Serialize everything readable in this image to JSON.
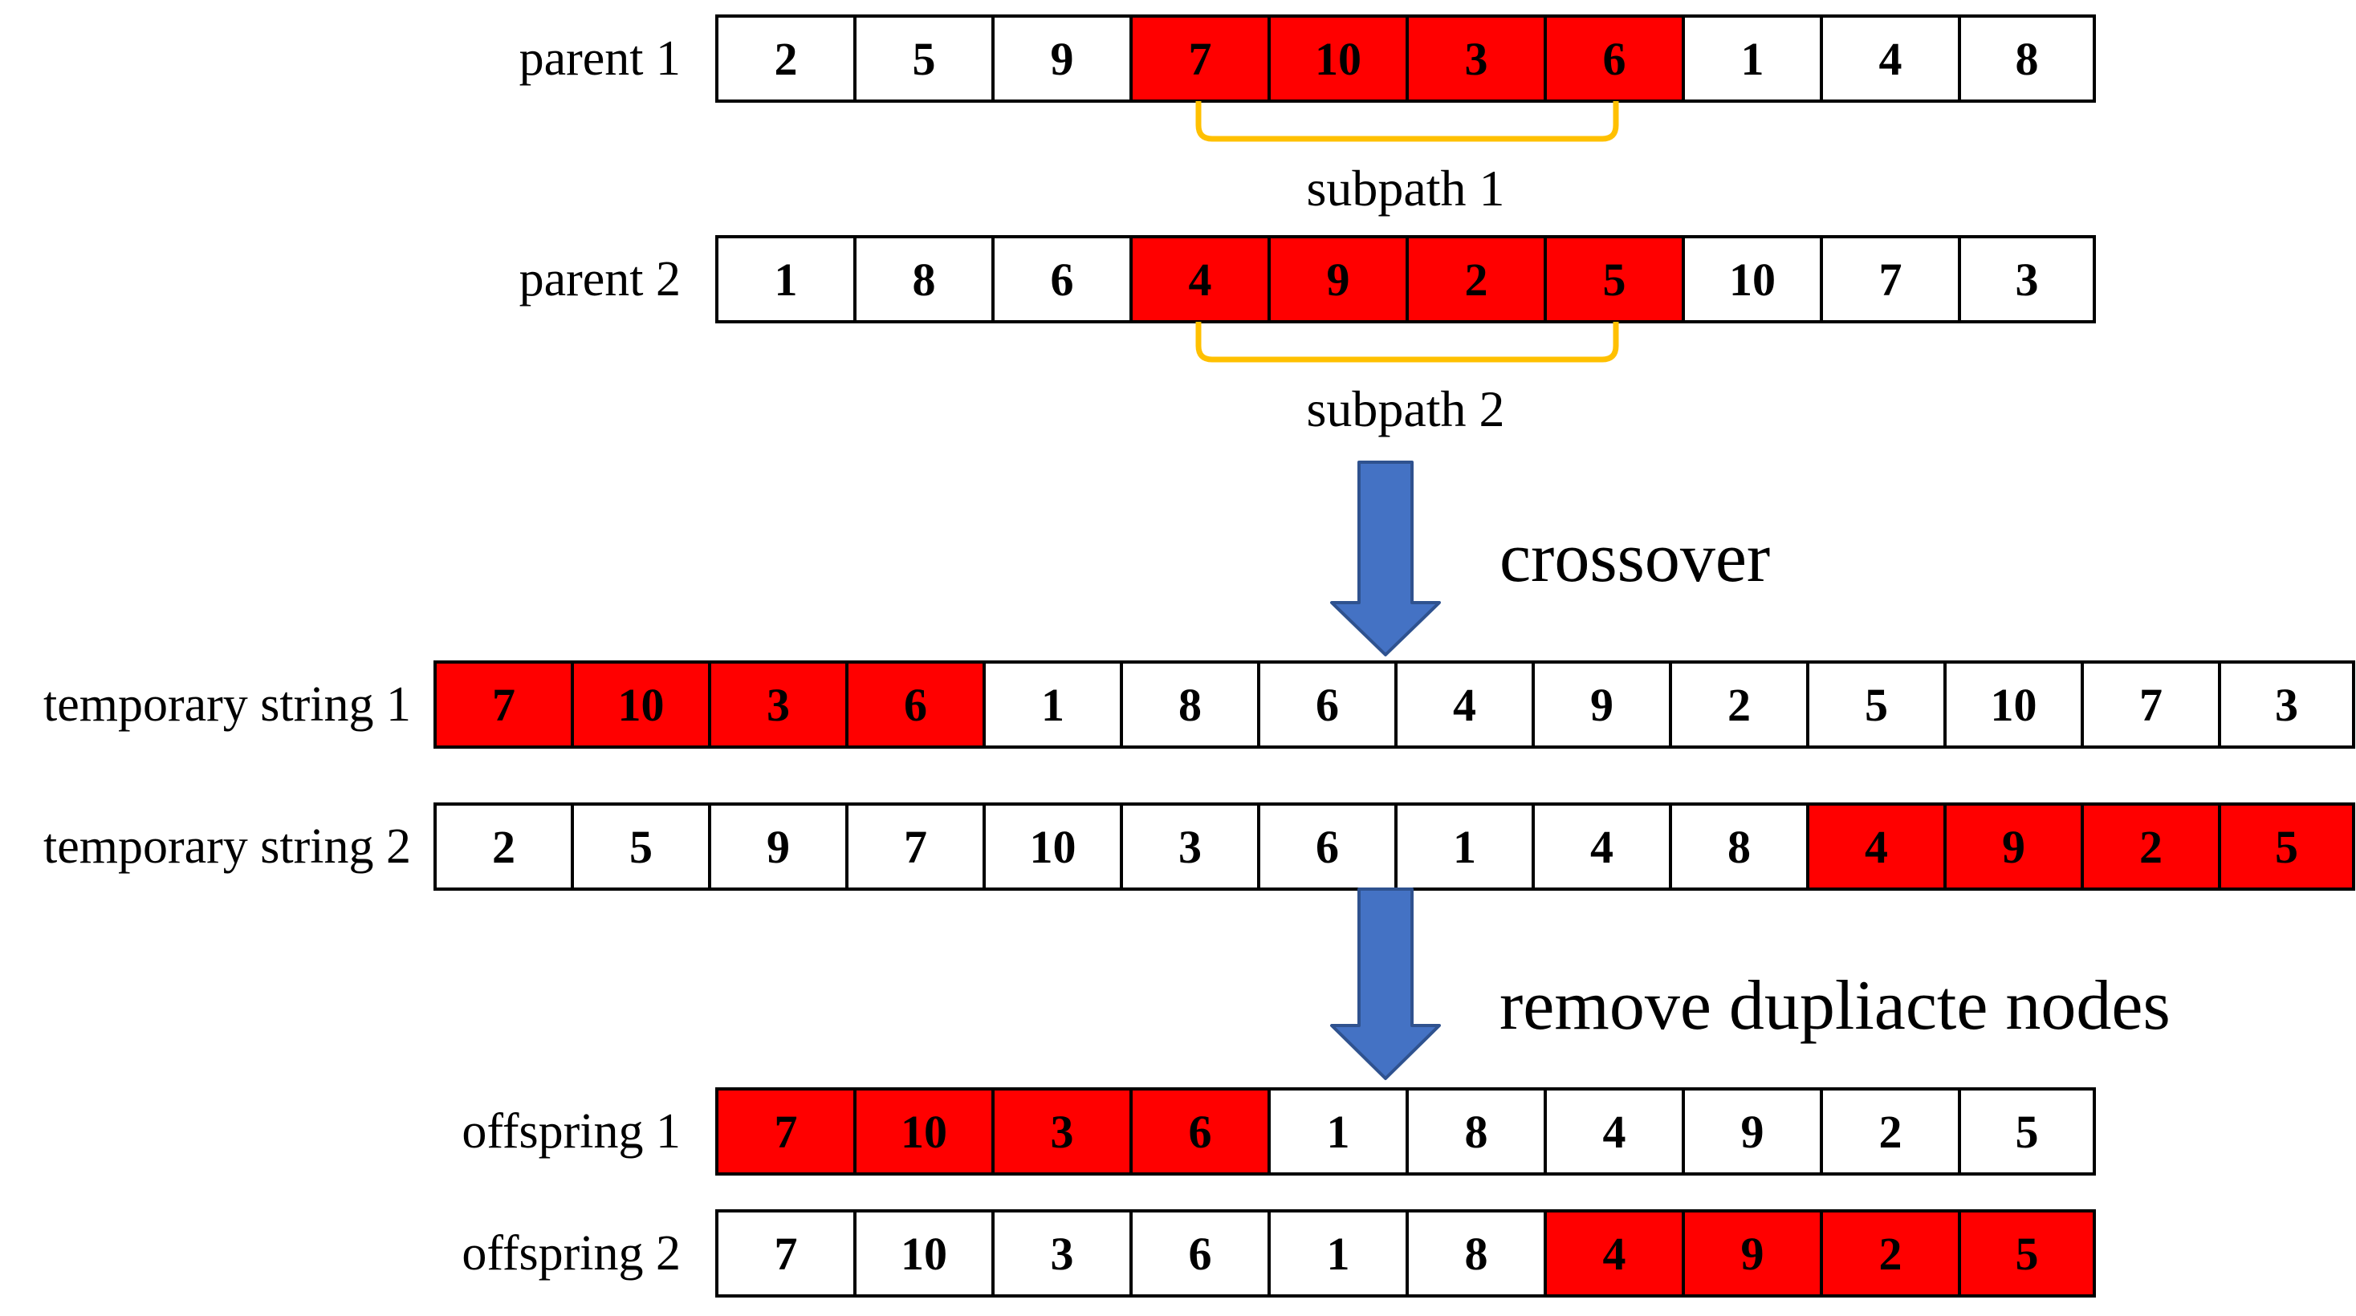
{
  "colors": {
    "highlight": "#ff0000",
    "cell_background": "#ffffff",
    "cell_border": "#000000",
    "bracket": "#ffc000",
    "arrow_fill": "#4472c4",
    "arrow_stroke": "#2f528f",
    "text": "#000000"
  },
  "labels": {
    "subpath1": "subpath 1",
    "subpath2": "subpath 2",
    "crossover": "crossover",
    "remove_duplicates": "remove dupliacte nodes"
  },
  "rows": {
    "parent1": {
      "label": "parent 1",
      "cells": [
        {
          "v": "2",
          "hl": false
        },
        {
          "v": "5",
          "hl": false
        },
        {
          "v": "9",
          "hl": false
        },
        {
          "v": "7",
          "hl": true
        },
        {
          "v": "10",
          "hl": true
        },
        {
          "v": "3",
          "hl": true
        },
        {
          "v": "6",
          "hl": true
        },
        {
          "v": "1",
          "hl": false
        },
        {
          "v": "4",
          "hl": false
        },
        {
          "v": "8",
          "hl": false
        }
      ]
    },
    "parent2": {
      "label": "parent 2",
      "cells": [
        {
          "v": "1",
          "hl": false
        },
        {
          "v": "8",
          "hl": false
        },
        {
          "v": "6",
          "hl": false
        },
        {
          "v": "4",
          "hl": true
        },
        {
          "v": "9",
          "hl": true
        },
        {
          "v": "2",
          "hl": true
        },
        {
          "v": "5",
          "hl": true
        },
        {
          "v": "10",
          "hl": false
        },
        {
          "v": "7",
          "hl": false
        },
        {
          "v": "3",
          "hl": false
        }
      ]
    },
    "temp1": {
      "label": "temporary string 1",
      "cells": [
        {
          "v": "7",
          "hl": true
        },
        {
          "v": "10",
          "hl": true
        },
        {
          "v": "3",
          "hl": true
        },
        {
          "v": "6",
          "hl": true
        },
        {
          "v": "1",
          "hl": false
        },
        {
          "v": "8",
          "hl": false
        },
        {
          "v": "6",
          "hl": false
        },
        {
          "v": "4",
          "hl": false
        },
        {
          "v": "9",
          "hl": false
        },
        {
          "v": "2",
          "hl": false
        },
        {
          "v": "5",
          "hl": false
        },
        {
          "v": "10",
          "hl": false
        },
        {
          "v": "7",
          "hl": false
        },
        {
          "v": "3",
          "hl": false
        }
      ]
    },
    "temp2": {
      "label": "temporary string 2",
      "cells": [
        {
          "v": "2",
          "hl": false
        },
        {
          "v": "5",
          "hl": false
        },
        {
          "v": "9",
          "hl": false
        },
        {
          "v": "7",
          "hl": false
        },
        {
          "v": "10",
          "hl": false
        },
        {
          "v": "3",
          "hl": false
        },
        {
          "v": "6",
          "hl": false
        },
        {
          "v": "1",
          "hl": false
        },
        {
          "v": "4",
          "hl": false
        },
        {
          "v": "8",
          "hl": false
        },
        {
          "v": "4",
          "hl": true
        },
        {
          "v": "9",
          "hl": true
        },
        {
          "v": "2",
          "hl": true
        },
        {
          "v": "5",
          "hl": true
        }
      ]
    },
    "offspring1": {
      "label": "offspring 1",
      "cells": [
        {
          "v": "7",
          "hl": true
        },
        {
          "v": "10",
          "hl": true
        },
        {
          "v": "3",
          "hl": true
        },
        {
          "v": "6",
          "hl": true
        },
        {
          "v": "1",
          "hl": false
        },
        {
          "v": "8",
          "hl": false
        },
        {
          "v": "4",
          "hl": false
        },
        {
          "v": "9",
          "hl": false
        },
        {
          "v": "2",
          "hl": false
        },
        {
          "v": "5",
          "hl": false
        }
      ]
    },
    "offspring2": {
      "label": "offspring 2",
      "cells": [
        {
          "v": "7",
          "hl": false
        },
        {
          "v": "10",
          "hl": false
        },
        {
          "v": "3",
          "hl": false
        },
        {
          "v": "6",
          "hl": false
        },
        {
          "v": "1",
          "hl": false
        },
        {
          "v": "8",
          "hl": false
        },
        {
          "v": "4",
          "hl": true
        },
        {
          "v": "9",
          "hl": true
        },
        {
          "v": "2",
          "hl": true
        },
        {
          "v": "5",
          "hl": true
        }
      ]
    }
  }
}
